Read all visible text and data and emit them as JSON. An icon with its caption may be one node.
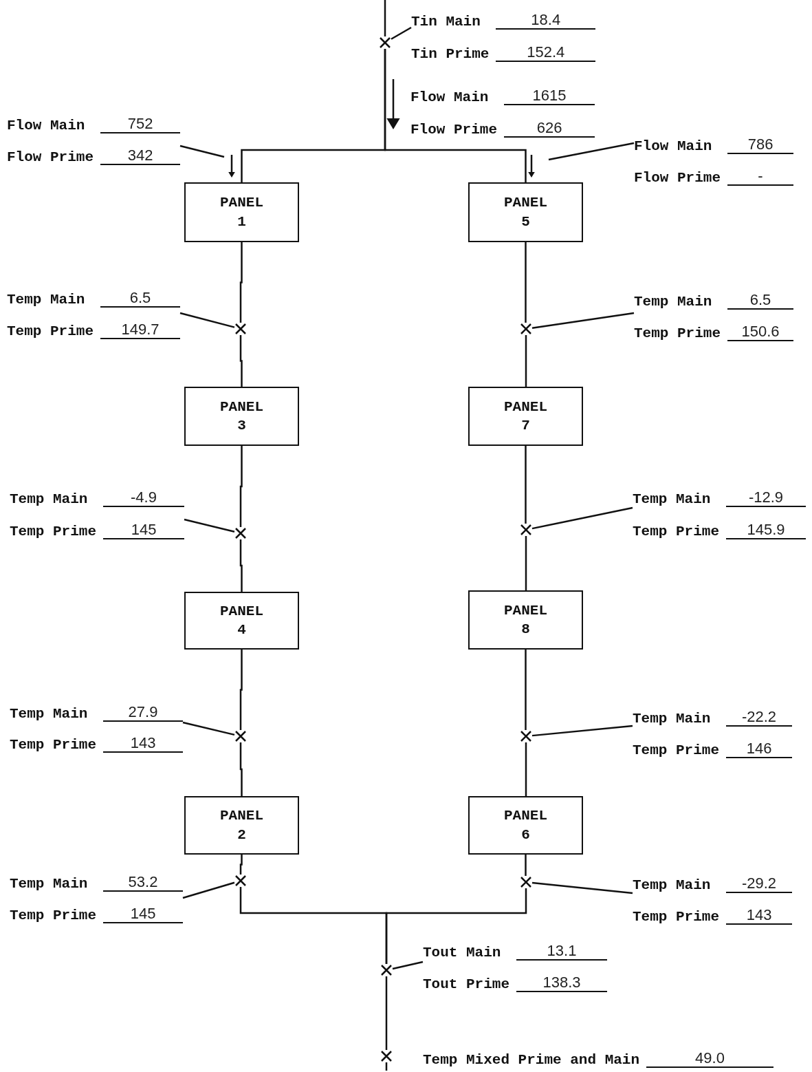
{
  "diagram": {
    "nodes": [
      {
        "text": [
          "Tin Main",
          "18.4",
          "Tin Prime",
          "152.4"
        ]
      },
      {
        "text": [],
        "shape": "cross"
      },
      {
        "text": [
          "Flow Main",
          "752",
          "Flow Prime",
          "342"
        ]
      },
      {
        "text": [
          "Flow Main",
          "786",
          "Flow Prime",
          "-"
        ]
      },
      {
        "text": [
          "PANEL 1"
        ]
      },
      {
        "text": [
          "PANEL 5"
        ]
      },
      {
        "text": [
          "Temp Main",
          "6.5",
          "Temp Prime",
          "149.7"
        ]
      },
      {
        "text": [],
        "shape": "cross"
      },
      {
        "text": [],
        "shape": "cross"
      },
      {
        "text": [
          "Temp Main",
          "6.5",
          "Temp Prime",
          "150.6"
        ]
      },
      {
        "text": [
          "PANEL 3"
        ]
      },
      {
        "text": [
          "PANEL 7"
        ]
      },
      {
        "text": [
          "Temp Main",
          "-4.9",
          "Temp Prime",
          "145"
        ]
      },
      {
        "text": [],
        "shape": "cross"
      },
      {
        "text": [],
        "shape": "cross"
      },
      {
        "text": [
          "Temp Main",
          "-12.9",
          "Temp Prime",
          "145.9"
        ]
      },
      {
        "text": [
          "PANEL 4"
        ]
      },
      {
        "text": [
          "PANEL 8"
        ]
      },
      {
        "text": [
          "Temp Main",
          "27.9",
          "Temp Prime",
          "143"
        ]
      },
      {
        "text": [],
        "shape": "cross"
      },
      {
        "text": [],
        "shape": "cross"
      },
      {
        "text": [
          "Temp Main",
          "-22.2",
          "Temp Prime",
          "146"
        ]
      },
      {
        "text": [
          "PANEL 2"
        ]
      },
      {
        "text": [
          "PANEL 6"
        ]
      },
      {
        "text": [
          "Temp Main",
          "53.2",
          "Temp Prime",
          "145"
        ]
      },
      {
        "text": [],
        "shape": "cross"
      },
      {
        "text": [],
        "shape": "cross"
      },
      {
        "text": [
          "Temp Main",
          "-29.2",
          "Temp Prime",
          "143"
        ]
      },
      {
        "text": [],
        "shape": "cross"
      },
      {
        "text": [
          "Tout Main",
          "13.1",
          "Tout Prime",
          "138.3"
        ]
      },
      {
        "text": [],
        "shape": "cross",
        "beside": [
          "Temp Mixed Prime and Main",
          "49.0"
        ]
      }
    ],
    "edges": [
      {
        "from": null,
        "to": 1,
        "arrow": "none"
      },
      {
        "from": 1,
        "to": 4,
        "arrow": "none"
      },
      {
        "from": 1,
        "to": 5,
        "arrow": "none"
      },
      {
        "from": 4,
        "to": 7,
        "arrow": "none"
      },
      {
        "from": 7,
        "to": 10,
        "arrow": "none"
      },
      {
        "from": 10,
        "to": 13,
        "arrow": "none"
      },
      {
        "from": 13,
        "to": 16,
        "arrow": "none"
      },
      {
        "from": 16,
        "to": 19,
        "arrow": "none"
      },
      {
        "from": 19,
        "to": 22,
        "arrow": "none"
      },
      {
        "from": 22,
        "to": 25,
        "arrow": "none"
      },
      {
        "from": 25,
        "to": 28,
        "arrow": "none"
      },
      {
        "from": 5,
        "to": 8,
        "arrow": "none"
      },
      {
        "from": 8,
        "to": 11,
        "arrow": "none"
      },
      {
        "from": 11,
        "to": 14,
        "arrow": "none"
      },
      {
        "from": 14,
        "to": 17,
        "arrow": "none"
      },
      {
        "from": 17,
        "to": 20,
        "arrow": "none"
      },
      {
        "from": 20,
        "to": 23,
        "arrow": "none"
      },
      {
        "from": 23,
        "to": 26,
        "arrow": "none"
      },
      {
        "from": 26,
        "to": 28,
        "arrow": "none"
      },
      {
        "from": 28,
        "to": 30,
        "arrow": "none"
      },
      {
        "from": 30,
        "to": null,
        "arrow": "none"
      },
      {
        "from": 0,
        "to": 1,
        "arrow": "none"
      },
      {
        "from": 2,
        "to": null,
        "arrow": "none"
      },
      {
        "from": 3,
        "to": null,
        "arrow": "none"
      },
      {
        "from": 6,
        "to": 7,
        "arrow": "none"
      },
      {
        "from": 9,
        "to": 8,
        "arrow": "none"
      },
      {
        "from": 12,
        "to": 13,
        "arrow": "none"
      },
      {
        "from": 15,
        "to": 14,
        "arrow": "none"
      },
      {
        "from": 18,
        "to": 19,
        "arrow": "none"
      },
      {
        "from": 21,
        "to": 20,
        "arrow": "none"
      },
      {
        "from": 24,
        "to": 25,
        "arrow": "none"
      },
      {
        "from": 27,
        "to": 26,
        "arrow": "none"
      },
      {
        "from": 29,
        "to": 28,
        "arrow": "none"
      }
    ],
    "labels": [
      "Flow Main",
      "1615",
      "Flow Prime",
      "626"
    ]
  }
}
